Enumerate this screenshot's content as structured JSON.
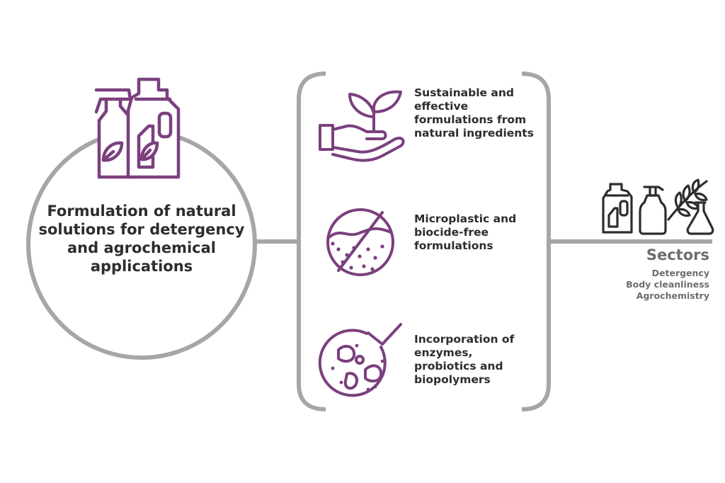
{
  "main": {
    "title": "Formulation of natural solutions for detergency and agrochemical applications",
    "icon": "cleaning-bottles-icon"
  },
  "features": [
    {
      "label": "Sustainable and effective formulations from natural ingredients",
      "icon": "hand-plant-icon"
    },
    {
      "label": "Microplastic and biocide-free formulations",
      "icon": "no-microplastic-icon"
    },
    {
      "label": "Incorporation of enzymes, probiotics and biopolymers",
      "icon": "microorganism-check-icon"
    }
  ],
  "sectors": {
    "title": "Sectors",
    "items": [
      "Detergency",
      "Body cleanliness",
      "Agrochemistry"
    ],
    "icons": [
      "detergent-bottle-icon",
      "pump-bottle-icon",
      "plant-flask-icon"
    ]
  },
  "colors": {
    "accent": "#7b3f7e",
    "line": "#a6a6a6",
    "text": "#2d2d2d",
    "muted": "#6d6d6d"
  }
}
